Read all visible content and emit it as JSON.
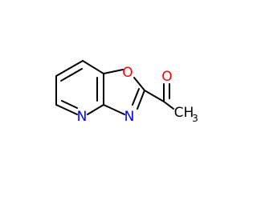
{
  "molecule": {
    "atoms": {
      "ring_oxygen": "O",
      "carbonyl_oxygen": "O",
      "pyridine_nitrogen": "N",
      "oxazole_nitrogen": "N",
      "methyl_carbon": "CH",
      "methyl_subscript": "3"
    },
    "colors": {
      "bond": "#000000",
      "oxygen": "#ff0000",
      "nitrogen": "#0000ff",
      "carbon_label": "#000000"
    }
  }
}
